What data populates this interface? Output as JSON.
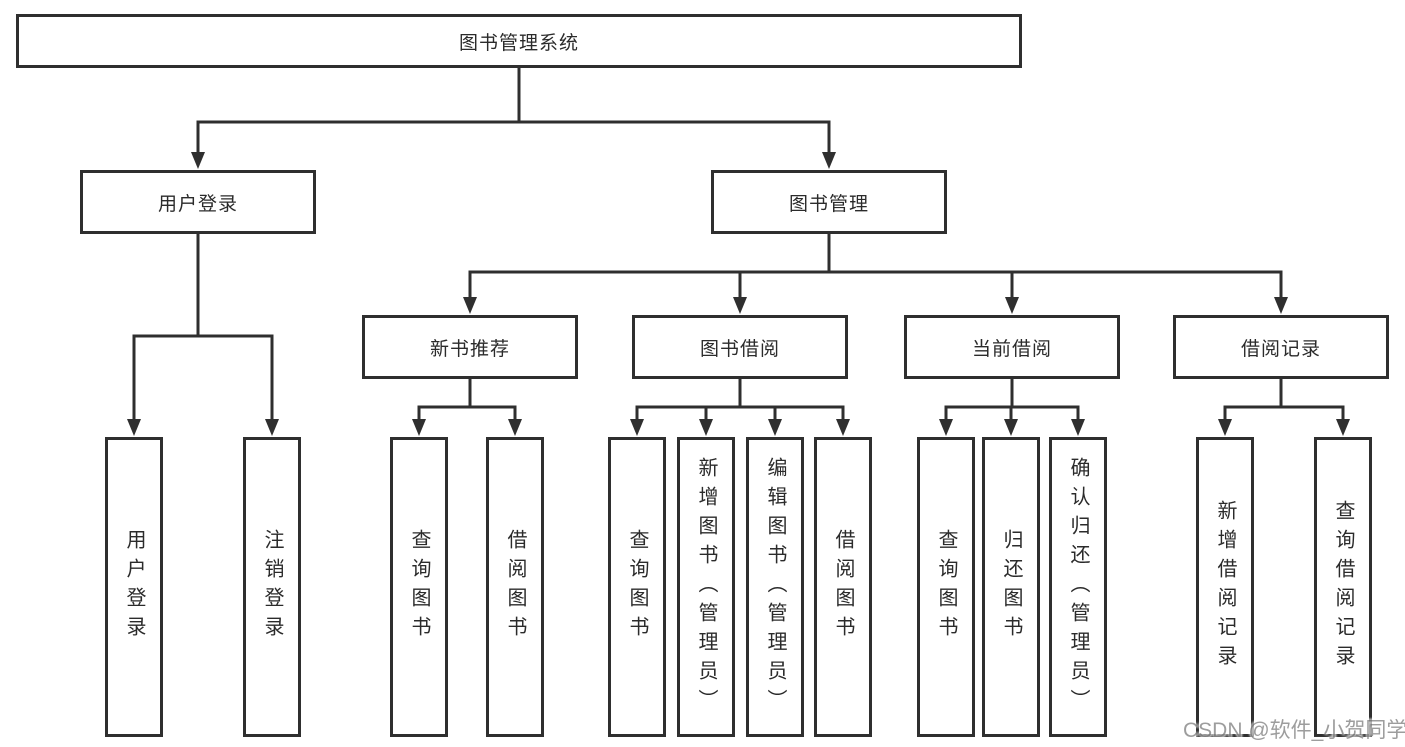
{
  "tree": {
    "label": "图书管理系统",
    "children": [
      {
        "label": "用户登录",
        "children": [
          {
            "label": "用户登录"
          },
          {
            "label": "注销登录"
          }
        ]
      },
      {
        "label": "图书管理",
        "children": [
          {
            "label": "新书推荐",
            "children": [
              {
                "label": "查询图书"
              },
              {
                "label": "借阅图书"
              }
            ]
          },
          {
            "label": "图书借阅",
            "children": [
              {
                "label": "查询图书"
              },
              {
                "label": "新增图书（管理员）"
              },
              {
                "label": "编辑图书（管理员）"
              },
              {
                "label": "借阅图书"
              }
            ]
          },
          {
            "label": "当前借阅",
            "children": [
              {
                "label": "查询图书"
              },
              {
                "label": "归还图书"
              },
              {
                "label": "确认归还（管理员）"
              }
            ]
          },
          {
            "label": "借阅记录",
            "children": [
              {
                "label": "新增借阅记录"
              },
              {
                "label": "查询借阅记录"
              }
            ]
          }
        ]
      }
    ]
  },
  "watermark": "CSDN @软件_小贺同学",
  "colors": {
    "line": "#2f2f2f",
    "text": "#2b2b2b",
    "background": "#ffffff",
    "watermark": "#8d8d8d"
  }
}
